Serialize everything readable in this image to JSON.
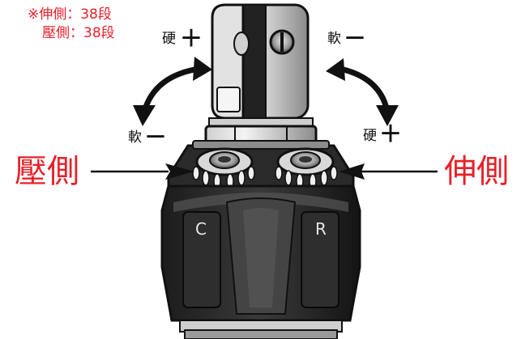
{
  "note": {
    "line1": "※伸側：38段",
    "line2": "壓側：38段"
  },
  "labels": {
    "compression": "壓側",
    "rebound": "伸側",
    "c_mark": "C",
    "r_mark": "R"
  },
  "adjust": {
    "top_left_hard": "硬",
    "top_right_soft": "軟",
    "bottom_left_soft": "軟",
    "bottom_right_hard": "硬",
    "plus": "＋",
    "minus": "－"
  },
  "colors": {
    "accent": "#e8202a",
    "ink": "#111111"
  }
}
